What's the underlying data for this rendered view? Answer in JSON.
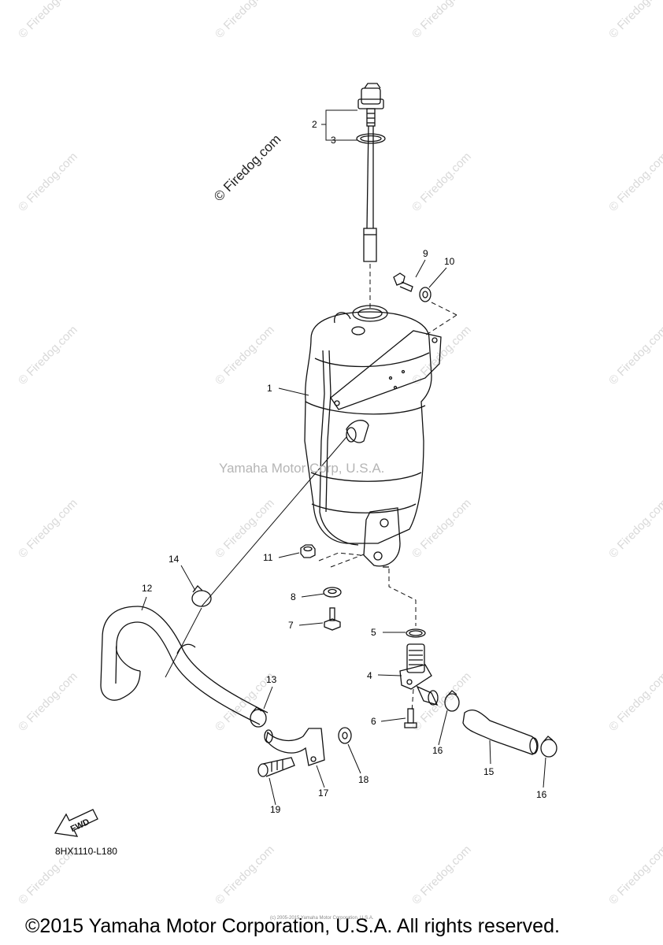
{
  "diagram": {
    "source_mark": "© Firedog.com",
    "center_watermark": "Yamaha Motor Corp, U.S.A.",
    "repeat_watermark": "© Firedog.com",
    "fwd_label": "FWD",
    "diagram_code": "8HX1110-L180",
    "fine_print": "(c) 2005-2015 Yamaha Motor Corporation, U.S.A.",
    "footer": "©2015 Yamaha Motor Corporation, U.S.A. All rights reserved.",
    "callouts": {
      "c1": "1",
      "c2": "2",
      "c3": "3",
      "c4": "4",
      "c5": "5",
      "c6": "6",
      "c7": "7",
      "c8": "8",
      "c9": "9",
      "c10": "10",
      "c11": "11",
      "c12": "12",
      "c13": "13",
      "c14": "14",
      "c15": "15",
      "c16a": "16",
      "c16b": "16",
      "c17": "17",
      "c18": "18",
      "c19": "19"
    }
  }
}
